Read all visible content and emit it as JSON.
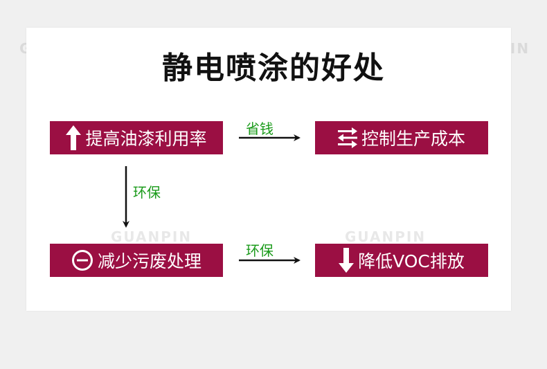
{
  "title": "静电喷涂的好处",
  "watermark": "GUANPIN",
  "boxes": {
    "top_left": "提高油漆利用率",
    "top_right": "控制生产成本",
    "bottom_left": "减少污废处理",
    "bottom_right": "降低VOC排放"
  },
  "arrows": {
    "top": "省钱",
    "left": "环保",
    "bottom": "环保"
  },
  "colors": {
    "box": "#9b0f43",
    "arrow_label": "#1a9a1a"
  },
  "icons": {
    "top_left": "arrow-up-icon",
    "top_right": "swap-arrows-icon",
    "bottom_left": "minus-circle-icon",
    "bottom_right": "arrow-down-icon"
  }
}
